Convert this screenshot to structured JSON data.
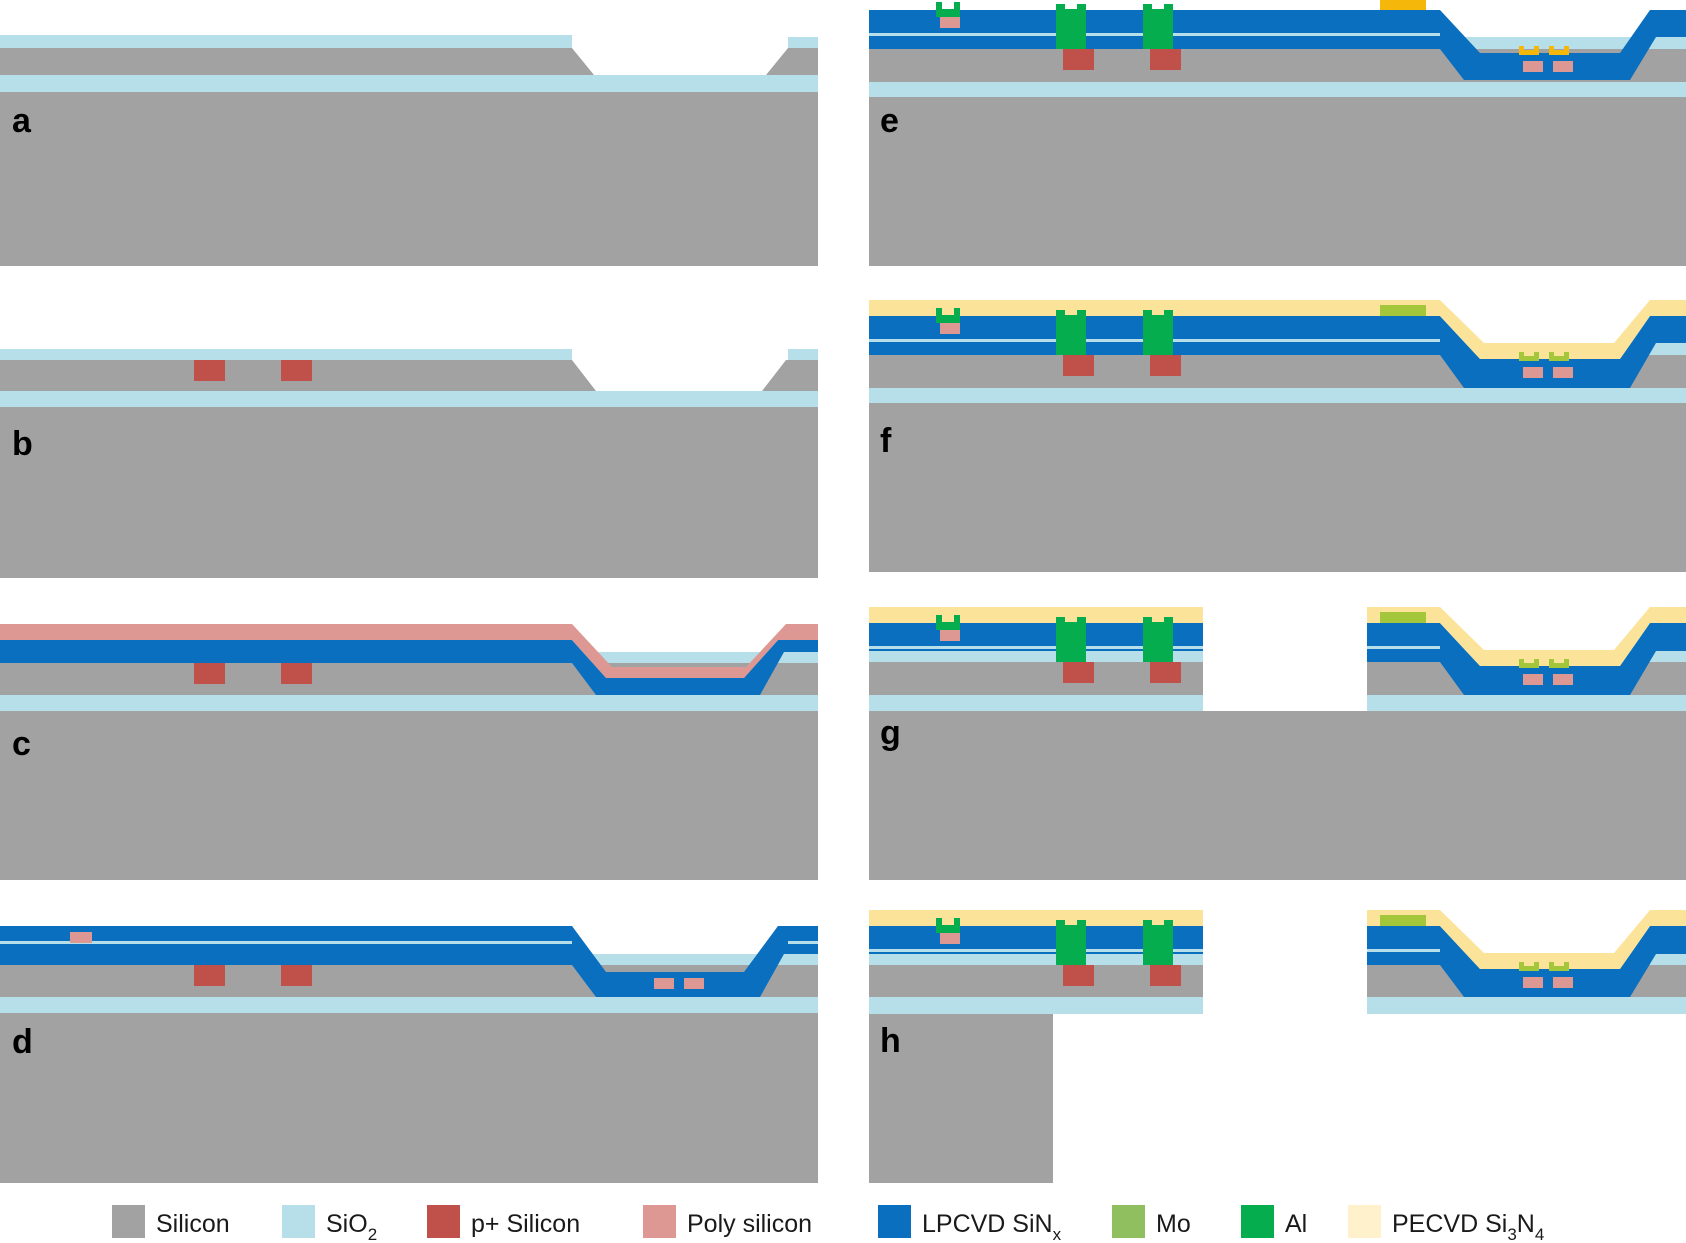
{
  "colors": {
    "silicon": "#a2a2a2",
    "sio2": "#b7dfe9",
    "p_silicon": "#c0504a",
    "poly_silicon": "#dd9893",
    "lpcvd_sin": "#0a6fbf",
    "mo": "#8fbf5e",
    "al": "#06ad4e",
    "pecvd_si3n4": "#fce39a",
    "pecvd_legend": "#fef1cc",
    "mo_pad": "#a3c63b",
    "top_pad": "#f5b80a"
  },
  "panels": [
    {
      "label": "a"
    },
    {
      "label": "b"
    },
    {
      "label": "c"
    },
    {
      "label": "d"
    },
    {
      "label": "e"
    },
    {
      "label": "f"
    },
    {
      "label": "g"
    },
    {
      "label": "h"
    }
  ],
  "legend": [
    {
      "label": "Silicon",
      "color_key": "silicon"
    },
    {
      "label": "SiO",
      "sub": "2",
      "color_key": "sio2"
    },
    {
      "label": "p+ Silicon",
      "color_key": "p_silicon"
    },
    {
      "label": "Poly silicon",
      "color_key": "poly_silicon"
    },
    {
      "label": "LPCVD SiN",
      "sub": "x",
      "color_key": "lpcvd_sin"
    },
    {
      "label": "Mo",
      "color_key": "mo"
    },
    {
      "label": "Al",
      "color_key": "al"
    },
    {
      "label": "PECVD Si",
      "sub": "3",
      "label2": "N",
      "sub2": "4",
      "color_key": "pecvd_legend"
    }
  ]
}
